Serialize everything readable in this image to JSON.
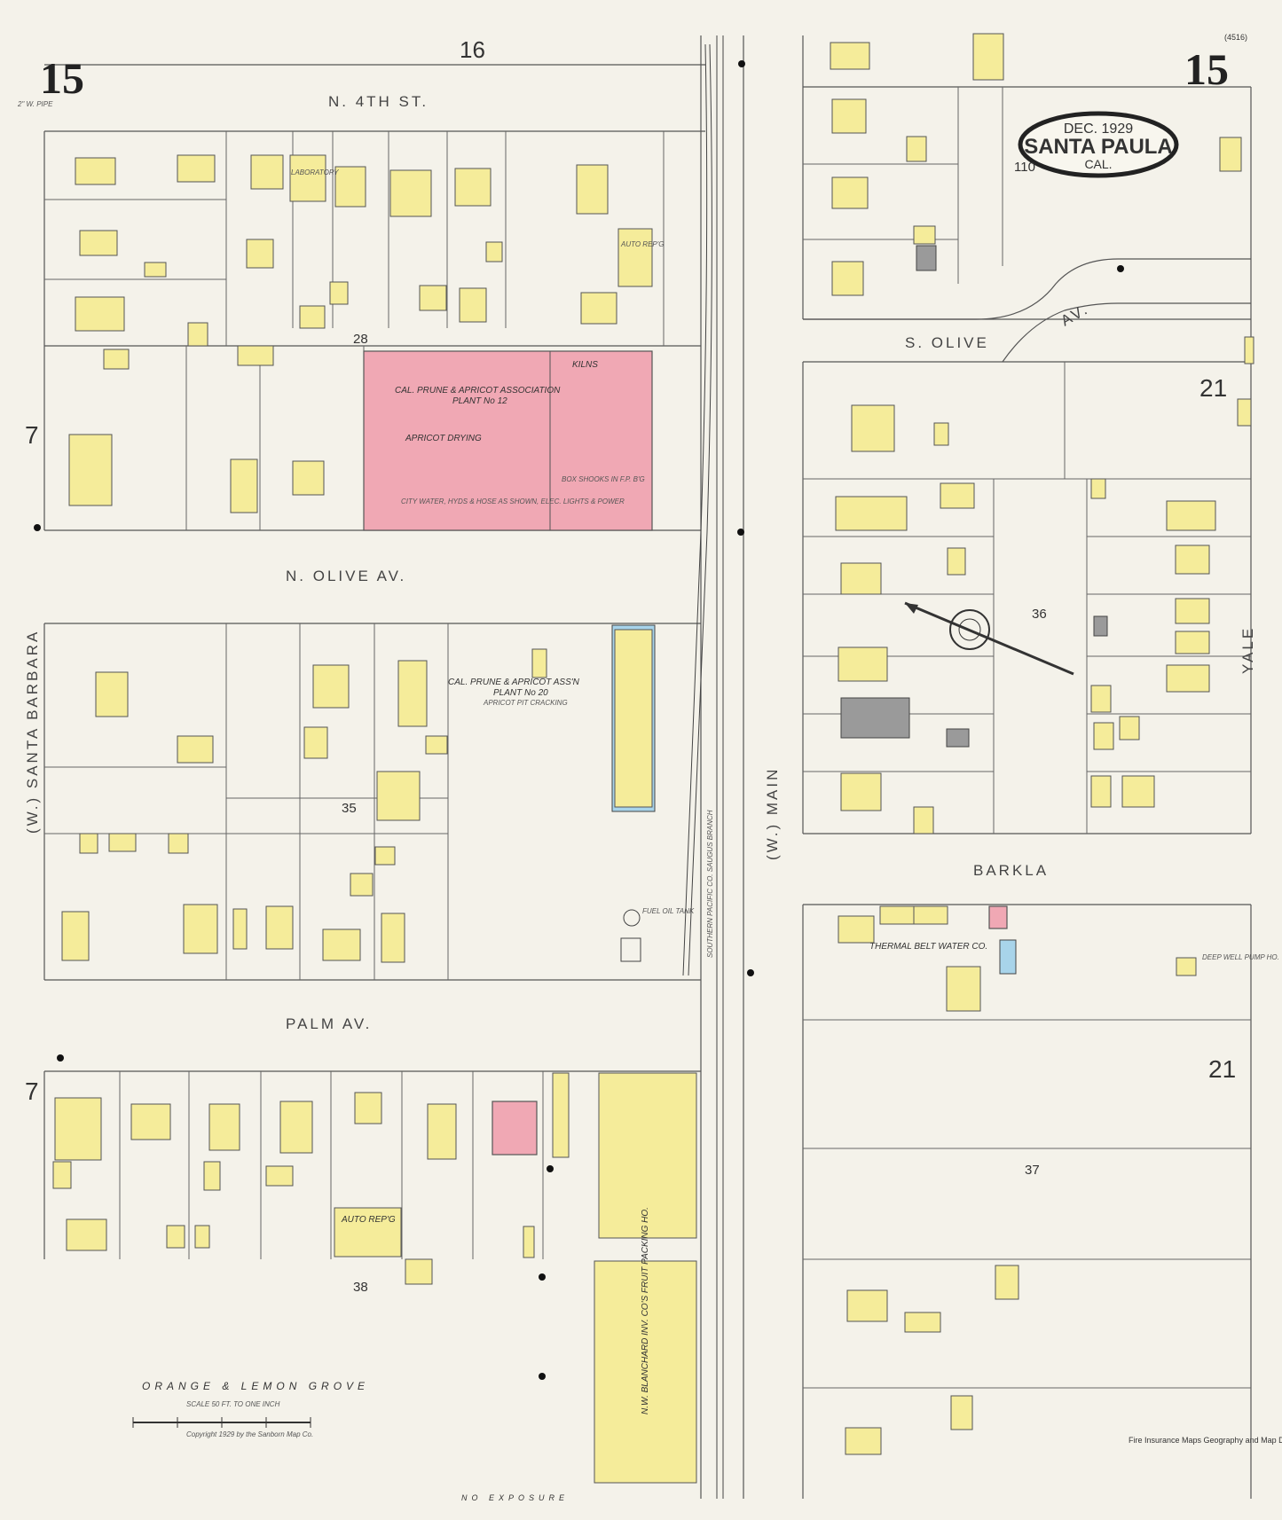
{
  "sheet": {
    "number_left": "15",
    "number_right": "15",
    "adjacent_top": "16",
    "code": "(4516)"
  },
  "cartouche": {
    "date": "DEC. 1929",
    "city": "SANTA PAULA",
    "state": "CAL."
  },
  "streets": {
    "n_4th": "N. 4TH ST.",
    "n_olive": "N. OLIVE AV.",
    "palm": "PALM AV.",
    "s_olive": "S. OLIVE",
    "s_olive_av": "AV.",
    "barkla": "BARKLA",
    "santa_barbara": "(W.) SANTA BARBARA",
    "main": "(W.) MAIN",
    "yale": "YALE"
  },
  "blocks": [
    "28",
    "35",
    "38",
    "110",
    "36",
    "37",
    "21",
    "21",
    "7",
    "7"
  ],
  "features": {
    "cal_prune_12_title": "CAL. PRUNE & APRICOT ASSOCIATION",
    "cal_prune_12_plant": "PLANT No 12",
    "apricot_drying": "APRICOT DRYING",
    "kilns": "KILNS",
    "box_shooks": "BOX SHOOKS IN F.P. B'G",
    "city_water": "CITY WATER, HYDS & HOSE AS SHOWN, ELEC. LIGHTS & POWER",
    "cal_prune_20_title": "CAL. PRUNE & APRICOT ASS'N",
    "cal_prune_20_plant": "PLANT No 20",
    "apricot_pit": "APRICOT PIT CRACKING",
    "thermal": "THERMAL BELT WATER CO.",
    "blanchard": "N.W. BLANCHARD INV. CO'S FRUIT PACKING HO.",
    "auto_repg_1": "AUTO REP'G",
    "auto_repg_2": "AUTO REP'G",
    "laboratory": "LABORATORY",
    "orange_grove": "ORANGE & LEMON GROVE",
    "no_exposure": "NO EXPOSURE",
    "fuel_oil": "FUEL OIL TANK",
    "deep_well": "DEEP WELL PUMP HO.",
    "sp_railroad": "SOUTHERN PACIFIC CO. SAUGUS BRANCH",
    "pipe_note": "2\" W. PIPE",
    "scale": "SCALE 50 FT. TO ONE INCH",
    "copyright": "Copyright 1929 by the Sanborn Map Co.",
    "stamp": "Fire Insurance Maps Geography and Map Division Library of Congress"
  },
  "colors": {
    "paper": "#f4f2ea",
    "dwelling": "#f5ec9a",
    "brick": "#f0a8b4",
    "iron": "#9a9a9a",
    "concrete": "#a8d4ea"
  }
}
